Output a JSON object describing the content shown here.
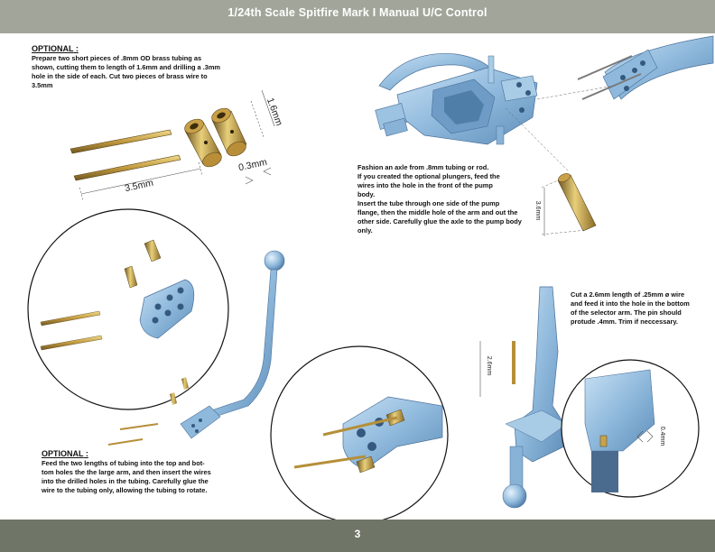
{
  "header": {
    "title": "1/24th Scale  Spitfire Mark I Manual U/C Control"
  },
  "footer": {
    "page_number": "3"
  },
  "step1": {
    "heading": "OPTIONAL",
    "colon": " :",
    "lines": [
      "Prepare two short pieces of .8mm OD brass tubing as",
      "shown, cutting them to length of 1.6mm and drilling a .3mm",
      "hole in the side of each. Cut two pieces of brass wire to",
      "3.5mm"
    ],
    "dim_wire_length": "3.5mm",
    "dim_tube_length": "1.6mm",
    "dim_hole": "0.3mm"
  },
  "step2": {
    "lines": [
      "Fashion an axle from .8mm tubing or rod.",
      "If you created the optional plungers, feed the",
      "wires into the hole in the front of the pump",
      "body.",
      "Insert the tube through one side of the pump",
      "flange, then the middle hole of the arm and out the",
      "other side. Carefully glue the axle to the pump body",
      "only."
    ],
    "dim_axle": "3.6mm"
  },
  "step3": {
    "heading": "OPTIONAL",
    "colon": " :",
    "lines": [
      "Feed the two lengths of tubing into the top and bot-",
      "tom holes the the large arm, and then insert the wires",
      "into the drilled holes in the tubing. Carefully glue the",
      "wire to the tubing only, allowing the tubing to rotate."
    ]
  },
  "step4": {
    "lines": [
      "Cut a 2.6mm length of .25mm ø wire",
      "and feed it into the hole in the bottom",
      "of the selector arm. The pin should",
      "protude .4mm. Trim if neccessary."
    ],
    "dim_pin": "2.6mm",
    "dim_protrude": "0.4mm"
  },
  "colors": {
    "header_bg": "#a2a69a",
    "footer_bg": "#6f7567",
    "part_blue": "#8fb9dc",
    "brass": "#c8a24a"
  }
}
